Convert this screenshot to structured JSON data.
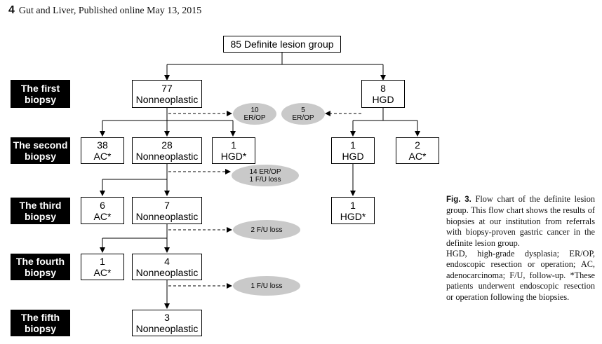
{
  "header": {
    "page_number": "4",
    "journal": "Gut and Liver, Published online May 13, 2015"
  },
  "stage_labels": [
    [
      "The first",
      "biopsy"
    ],
    [
      "The second",
      "biopsy"
    ],
    [
      "The third",
      "biopsy"
    ],
    [
      "The fourth",
      "biopsy"
    ],
    [
      "The fifth",
      "biopsy"
    ]
  ],
  "boxes": {
    "top": [
      "85 Definite lesion group"
    ],
    "b1_nonneo": [
      "77",
      "Nonneoplastic"
    ],
    "b1_hgd": [
      "8",
      "HGD"
    ],
    "b2_ac": [
      "38",
      "AC*"
    ],
    "b2_nonneo": [
      "28",
      "Nonneoplastic"
    ],
    "b2_hgd": [
      "1",
      "HGD*"
    ],
    "b2_right_hgd": [
      "1",
      "HGD"
    ],
    "b2_right_ac": [
      "2",
      "AC*"
    ],
    "b3_ac": [
      "6",
      "AC*"
    ],
    "b3_nonneo": [
      "7",
      "Nonneoplastic"
    ],
    "b3_right_hgd": [
      "1",
      "HGD*"
    ],
    "b4_ac": [
      "1",
      "AC*"
    ],
    "b4_nonneo": [
      "4",
      "Nonneoplastic"
    ],
    "b5_nonneo": [
      "3",
      "Nonneoplastic"
    ]
  },
  "ovals": {
    "o1": [
      "10",
      "ER/OP"
    ],
    "o2": [
      "5",
      "ER/OP"
    ],
    "o3": [
      "14 ER/OP",
      "1 F/U loss"
    ],
    "o4": [
      "2 F/U loss"
    ],
    "o5": [
      "1 F/U loss"
    ]
  },
  "caption": {
    "fig_label": "Fig. 3.",
    "text": "Flow chart of the definite lesion group. This flow chart shows the results of biopsies at our institution from referrals with biopsy-proven gastric cancer in the definite lesion group.",
    "abbreviations": "HGD, high-grade dysplasia; ER/OP, endoscopic resection or operation; AC, adenocarcinoma; F/U, follow-up. *These patients underwent endoscopic resection or operation following the biopsies."
  },
  "colors": {
    "label_bg": "#000000",
    "oval_fill": "#c9c9c9",
    "line": "#000000"
  }
}
